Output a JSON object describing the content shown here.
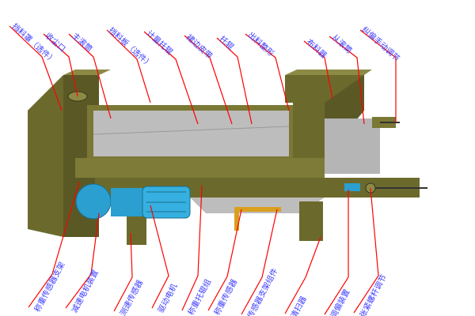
{
  "colors": {
    "frame": "#6b6a2c",
    "frame_light": "#8c8a45",
    "frame_dark": "#4a4920",
    "motor": "#2a9fd0",
    "belt": "#b8b8b8",
    "leader": "#ff0000",
    "text": "#3a3aff"
  },
  "top_labels": [
    "挡料罩（选件）",
    "收尘口",
    "主滚筒",
    "挡料板（选件）",
    "计量托辊",
    "裙边皮带",
    "托辊",
    "出料整形",
    "布料器",
    "从滚筒",
    "纠偏手动调节"
  ],
  "bottom_labels": [
    "称重传感器支架",
    "减速电机装置",
    "测速传感器",
    "驱动电机",
    "称重托辊组",
    "称重传感器",
    "传感器支架组件",
    "清扫器",
    "调偏装置",
    "张紧螺杆调节"
  ]
}
